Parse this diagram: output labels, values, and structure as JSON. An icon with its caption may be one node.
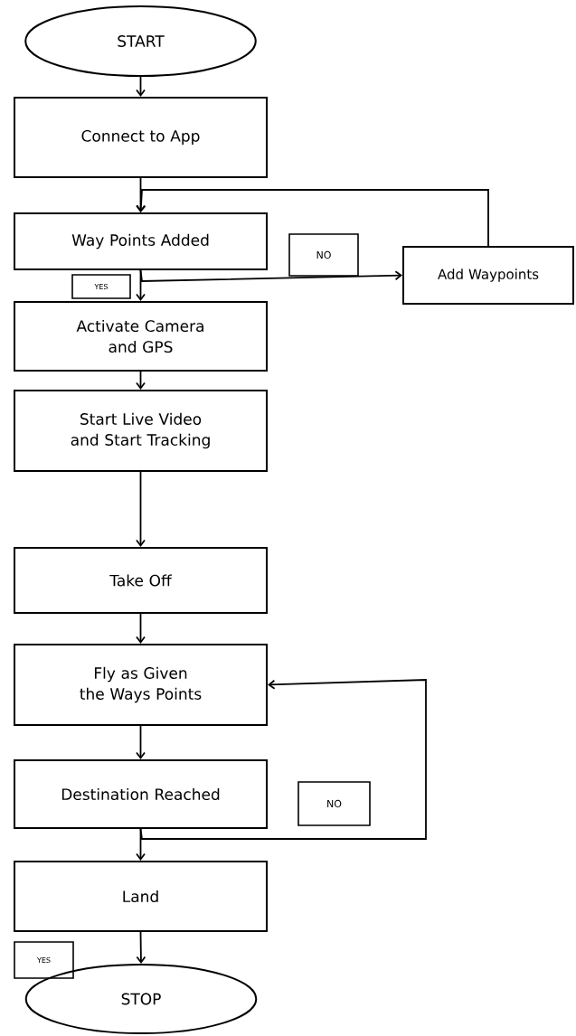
{
  "diagram": {
    "nodes": [
      {
        "text": [
          "START"
        ]
      },
      {
        "text": [
          "Connect to App"
        ]
      },
      {
        "text": [
          "Way Points Added"
        ]
      },
      {
        "text": [
          "NO"
        ]
      },
      {
        "text": [
          "Add Waypoints"
        ]
      },
      {
        "text": [
          "YES"
        ]
      },
      {
        "text": [
          "Activate Camera and GPS"
        ]
      },
      {
        "text": [
          "Start Live Video and Start Tracking"
        ]
      },
      {
        "text": [
          "Take Off"
        ]
      },
      {
        "text": [
          "Fly as Given the Ways Points"
        ]
      },
      {
        "text": [
          "Destination Reached"
        ]
      },
      {
        "text": [
          "NO"
        ]
      },
      {
        "text": [
          "Land"
        ]
      },
      {
        "text": [
          "YES"
        ]
      },
      {
        "text": [
          "STOP"
        ]
      }
    ],
    "edges": [
      {
        "from": 0,
        "to": 1,
        "arrow": "to"
      },
      {
        "from": 1,
        "to": 2,
        "arrow": "to"
      },
      {
        "from": 2,
        "to": 6,
        "arrow": "to"
      },
      {
        "from": 2,
        "to": 4,
        "arrow": "to"
      },
      {
        "from": 4,
        "to": 2,
        "arrow": "to"
      },
      {
        "from": 6,
        "to": 7,
        "arrow": "to"
      },
      {
        "from": 7,
        "to": 8,
        "arrow": "to"
      },
      {
        "from": 8,
        "to": 9,
        "arrow": "to"
      },
      {
        "from": 9,
        "to": 10,
        "arrow": "to"
      },
      {
        "from": 10,
        "to": 12,
        "arrow": "to"
      },
      {
        "from": 10,
        "to": 9,
        "arrow": "to"
      },
      {
        "from": 12,
        "to": 14,
        "arrow": "to"
      }
    ]
  }
}
